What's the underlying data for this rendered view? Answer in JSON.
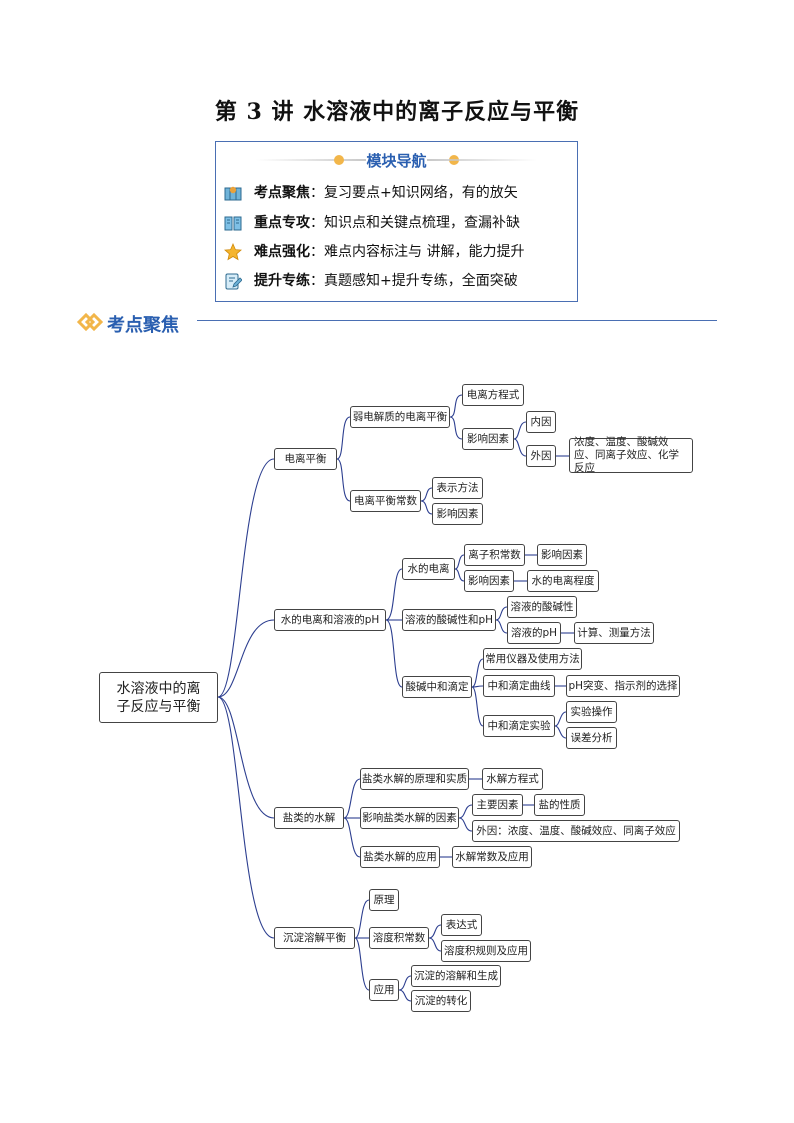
{
  "title": "第 3 讲  水溶液中的离子反应与平衡",
  "nav": {
    "title": "模块导航",
    "items": [
      {
        "icon": "map-icon",
        "label": "考点聚焦",
        "sep": "：",
        "text": "复习要点+知识网络，有的放矢"
      },
      {
        "icon": "book-icon",
        "label": "重点专攻",
        "sep": "：",
        "text": "知识点和关键点梳理，查漏补缺"
      },
      {
        "icon": "star-icon",
        "label": "难点强化",
        "sep": "：",
        "text": "难点内容标注与 讲解，能力提升"
      },
      {
        "icon": "edit-icon",
        "label": "提升专练",
        "sep": "：",
        "text": "真题感知+提升专练，全面突破"
      }
    ]
  },
  "section": {
    "label": "考点聚焦"
  },
  "mindmap": {
    "root": "水溶液中的离子反应与平衡",
    "n1": "电离平衡",
    "n1a": "弱电解质的电离平衡",
    "n1a1": "电离方程式",
    "n1a2": "影响因素",
    "n1a2a": "内因",
    "n1a2b": "外因",
    "n1a2b1": "浓度、温度、酸碱效应、同离子效应、化学反应",
    "n1b": "电离平衡常数",
    "n1b1": "表示方法",
    "n1b2": "影响因素",
    "n2": "水的电离和溶液的pH",
    "n2a": "水的电离",
    "n2a1": "离子积常数",
    "n2a1a": "影响因素",
    "n2a2": "影响因素",
    "n2a2a": "水的电离程度",
    "n2b": "溶液的酸碱性和pH",
    "n2b1": "溶液的酸碱性",
    "n2b2": "溶液的pH",
    "n2b2a": "计算、测量方法",
    "n2c": "酸碱中和滴定",
    "n2c1": "常用仪器及使用方法",
    "n2c2": "中和滴定曲线",
    "n2c2a": "pH突变、指示剂的选择",
    "n2c3": "中和滴定实验",
    "n2c3a": "实验操作",
    "n2c3b": "误差分析",
    "n3": "盐类的水解",
    "n3a": "盐类水解的原理和实质",
    "n3a1": "水解方程式",
    "n3b": "影响盐类水解的因素",
    "n3b1": "主要因素",
    "n3b1a": "盐的性质",
    "n3b2": "外因：浓度、温度、酸碱效应、同离子效应",
    "n3c": "盐类水解的应用",
    "n3c1": "水解常数及应用",
    "n4": "沉淀溶解平衡",
    "n4a": "原理",
    "n4b": "溶度积常数",
    "n4b1": "表达式",
    "n4b2": "溶度积规则及应用",
    "n4c": "应用",
    "n4c1": "沉淀的溶解和生成",
    "n4c2": "沉淀的转化"
  }
}
